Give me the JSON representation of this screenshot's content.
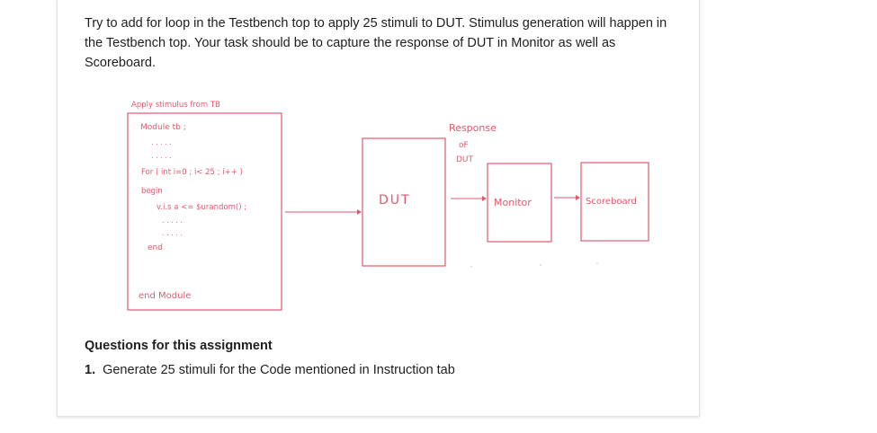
{
  "assignment": {
    "instruction_text": "Try to add for loop in the Testbench top to apply 25 stimuli to DUT. Stimulus generation will happen in the Testbench top. Your task should be to capture the response of DUT in Monitor as well as Scoreboard.",
    "questions_heading": "Questions for this assignment",
    "questions": [
      {
        "number": "1.",
        "text": "Generate 25 stimuli for the Code mentioned in Instruction tab"
      }
    ]
  },
  "diagram": {
    "stroke_color": "#e05a6e",
    "tb_caption": "Apply stimulus from TB",
    "tb_code": {
      "module_line": "Module tb ;",
      "dots_1": ". . . . .",
      "dots_2": ". . . . .",
      "for_line": "For ( int i=0 ; i< 25 ; i++ )",
      "begin_line": "begin",
      "assign_line": "v.i.s a <= $urandom() ;",
      "dots_3": ". . . . .",
      "dots_4": ". . . . .",
      "end_line": "end",
      "endmodule_line": "end Module"
    },
    "dut_label": "DUT",
    "response_label_1": "Response",
    "response_label_2": "oF",
    "response_label_3": "DUT",
    "monitor_label": "Monitor",
    "scoreboard_label": "Scoreboard"
  }
}
